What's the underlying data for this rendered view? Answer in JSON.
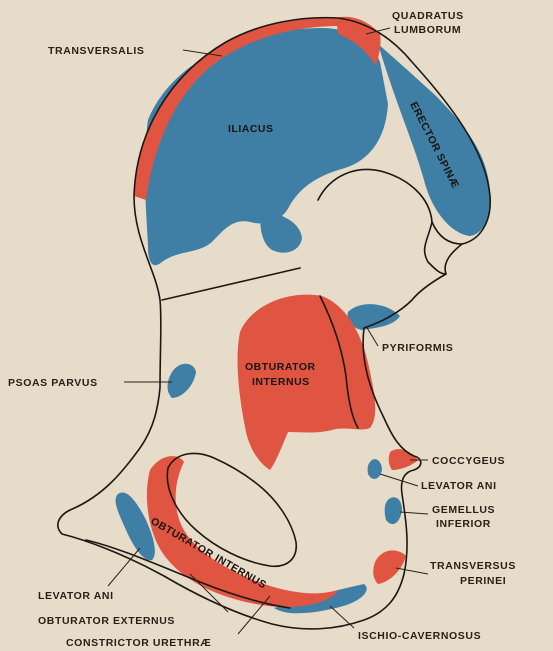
{
  "colors": {
    "background": "#e6dcc9",
    "origin_red": "#df5541",
    "insertion_blue": "#3f7fa6",
    "outline": "#1e1812",
    "text": "#2a2018"
  },
  "labels": {
    "quadratus_lumborum": [
      "QUADRATUS",
      "LUMBORUM"
    ],
    "transversalis": "TRANSVERSALIS",
    "iliacus": "ILIACUS",
    "erector_spinae": "ERECTOR SPINÆ",
    "pyriformis": "PYRIFORMIS",
    "psoas_parvus": "PSOAS PARVUS",
    "obturator_internus_upper": [
      "OBTURATOR",
      "INTERNUS"
    ],
    "coccygeus": "COCCYGEUS",
    "levator_ani_right": "LEVATOR ANI",
    "gemellus_inferior": [
      "GEMELLUS",
      "INFERIOR"
    ],
    "transversus_perinei": [
      "TRANSVERSUS",
      "PERINEI"
    ],
    "levator_ani_left": "LEVATOR ANI",
    "obturator_externus": "OBTURATOR EXTERNUS",
    "constrictor_urethrae": "CONSTRICTOR URETHRÆ",
    "ischio_cavernosus": "ISCHIO-CAVERNOSUS",
    "obturator_internus_lower": "OBTURATOR INTERNUS"
  }
}
